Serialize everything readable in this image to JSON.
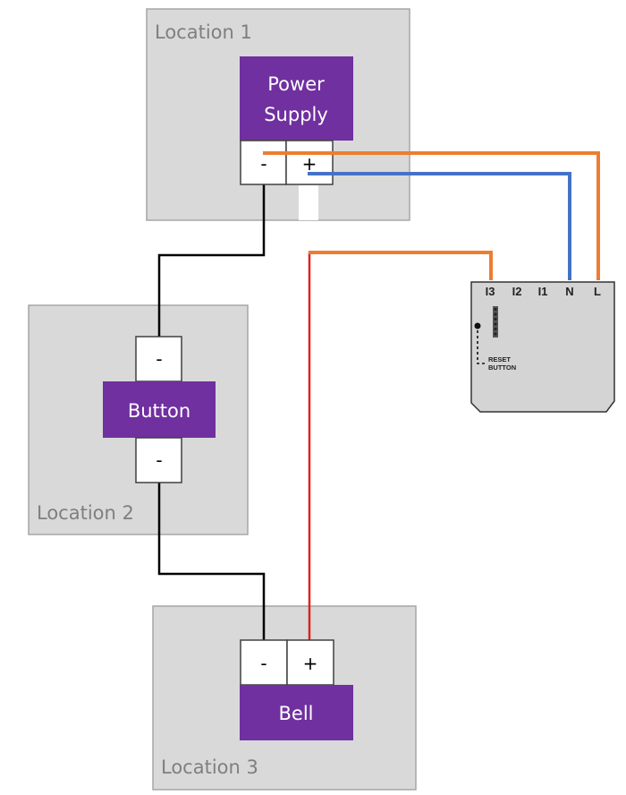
{
  "locations": [
    {
      "id": "location-1",
      "label": "Location 1"
    },
    {
      "id": "location-2",
      "label": "Location 2"
    },
    {
      "id": "location-3",
      "label": "Location 3"
    }
  ],
  "devices": {
    "power_supply": {
      "label_line1": "Power",
      "label_line2": "Supply",
      "terminal_minus": "-",
      "terminal_plus": "+"
    },
    "button": {
      "label": "Button",
      "terminal_top": "-",
      "terminal_bottom": "-"
    },
    "bell": {
      "label": "Bell",
      "terminal_minus": "-",
      "terminal_plus": "+"
    }
  },
  "module": {
    "pins": [
      "I3",
      "I2",
      "I1",
      "N",
      "L"
    ],
    "reset_line1": "RESET",
    "reset_line2": "BUTTON"
  },
  "colors": {
    "device": "#7030a0",
    "location_fill": "#d9d9d9",
    "wire_orange": "#ed7d31",
    "wire_blue": "#4472c4",
    "wire_red": "#e02020",
    "wire_black": "#000000"
  },
  "wires": [
    {
      "name": "power-minus-to-button",
      "color": "black"
    },
    {
      "name": "button-to-bell-minus",
      "color": "black"
    },
    {
      "name": "power-orange-to-module-L",
      "color": "orange"
    },
    {
      "name": "power-plus-to-module-N",
      "color": "blue"
    },
    {
      "name": "bell-plus-to-module-I3",
      "color": "red/orange"
    }
  ]
}
